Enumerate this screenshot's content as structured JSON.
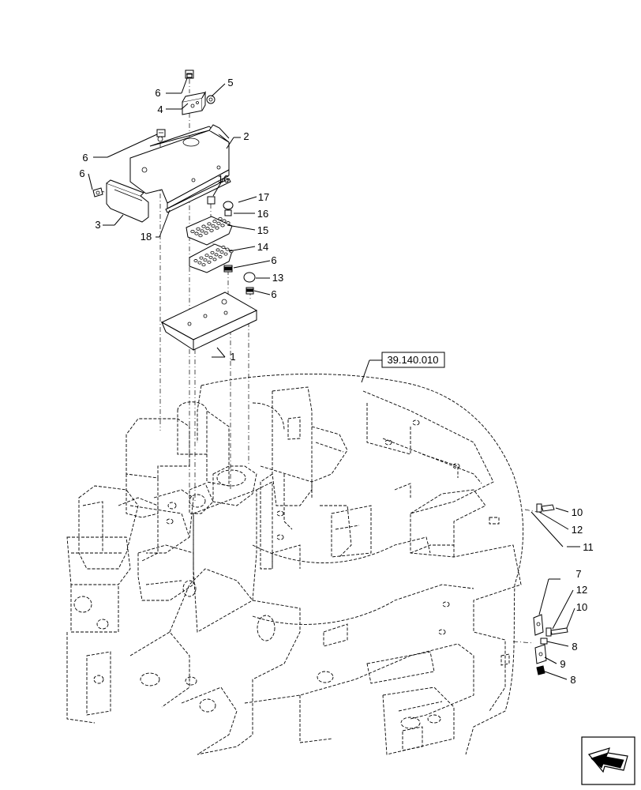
{
  "reference_box": {
    "label": "39.140.010"
  },
  "callouts": [
    {
      "id": "c6a",
      "text": "6"
    },
    {
      "id": "c5",
      "text": "5"
    },
    {
      "id": "c4",
      "text": "4"
    },
    {
      "id": "c2",
      "text": "2"
    },
    {
      "id": "c6b",
      "text": "6"
    },
    {
      "id": "c6c",
      "text": "6"
    },
    {
      "id": "c3",
      "text": "3"
    },
    {
      "id": "c18",
      "text": "18"
    },
    {
      "id": "c16a",
      "text": "16"
    },
    {
      "id": "c17",
      "text": "17"
    },
    {
      "id": "c16b",
      "text": "16"
    },
    {
      "id": "c15",
      "text": "15"
    },
    {
      "id": "c14",
      "text": "14"
    },
    {
      "id": "c6d",
      "text": "6"
    },
    {
      "id": "c13",
      "text": "13"
    },
    {
      "id": "c6e",
      "text": "6"
    },
    {
      "id": "c1",
      "text": "1"
    },
    {
      "id": "c10a",
      "text": "10"
    },
    {
      "id": "c12a",
      "text": "12"
    },
    {
      "id": "c11",
      "text": "11"
    },
    {
      "id": "c7",
      "text": "7"
    },
    {
      "id": "c12b",
      "text": "12"
    },
    {
      "id": "c10b",
      "text": "10"
    },
    {
      "id": "c8a",
      "text": "8"
    },
    {
      "id": "c9",
      "text": "9"
    },
    {
      "id": "c8b",
      "text": "8"
    }
  ],
  "icons": {
    "corner": "navigation-arrow-icon"
  }
}
